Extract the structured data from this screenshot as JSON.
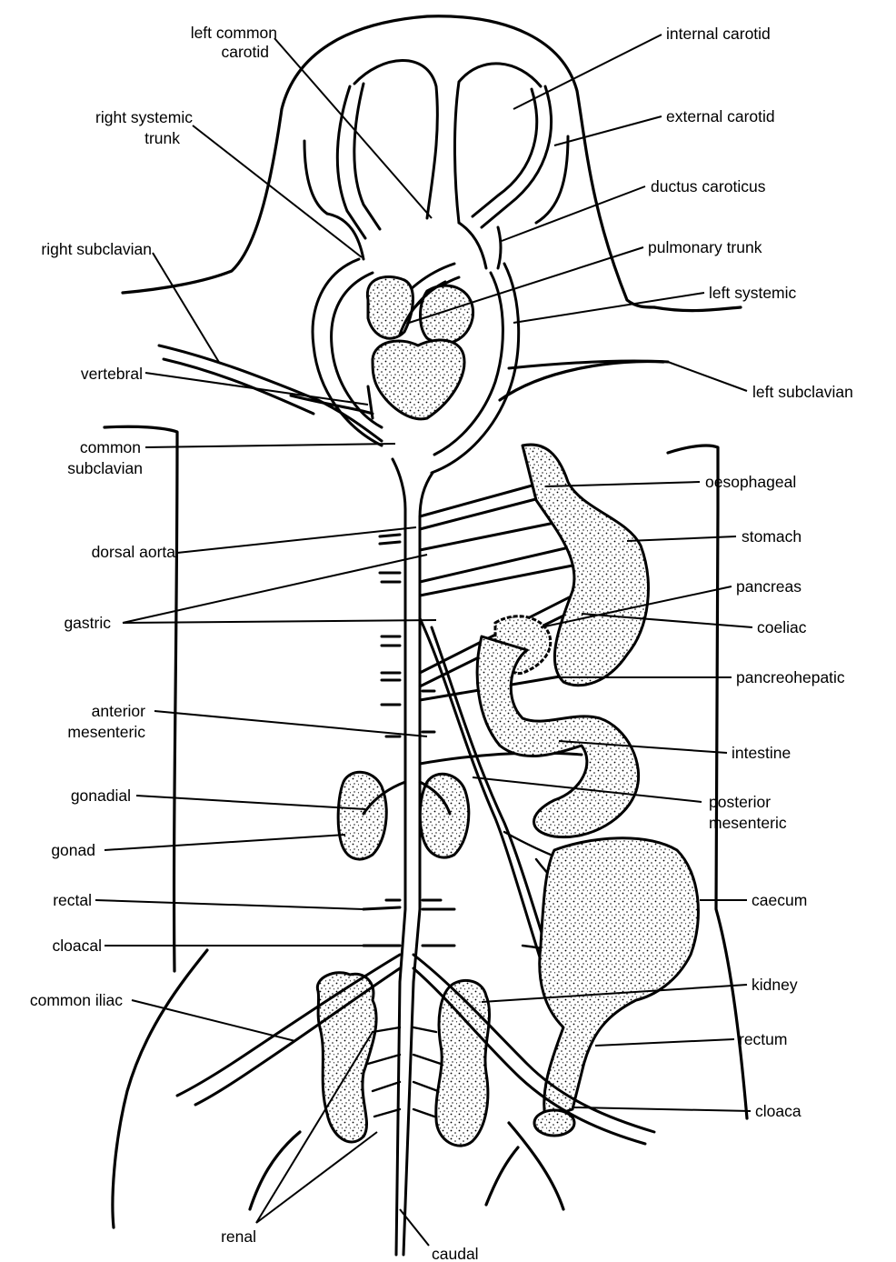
{
  "labels": {
    "left_common_carotid": [
      "left common",
      "carotid"
    ],
    "right_systemic_trunk": [
      "right systemic",
      "trunk"
    ],
    "right_subclavian": "right subclavian",
    "vertebral": "vertebral",
    "common_subclavian": [
      "common",
      "subclavian"
    ],
    "dorsal_aorta": "dorsal aorta",
    "gastric": "gastric",
    "anterior_mesenteric": [
      "anterior",
      "mesenteric"
    ],
    "gonadial": "gonadial",
    "gonad": "gonad",
    "rectal": "rectal",
    "cloacal": "cloacal",
    "common_iliac": "common iliac",
    "renal": "renal",
    "caudal": "caudal",
    "internal_carotid": "internal carotid",
    "external_carotid": "external carotid",
    "ductus_caroticus": "ductus caroticus",
    "pulmonary_trunk": "pulmonary trunk",
    "left_systemic": "left systemic",
    "left_subclavian": "left subclavian",
    "oesophageal": "oesophageal",
    "stomach": "stomach",
    "pancreas": "pancreas",
    "coeliac": "coeliac",
    "pancreohepatic": "pancreohepatic",
    "intestine": "intestine",
    "posterior_mesenteric": [
      "posterior",
      "mesenteric"
    ],
    "caecum": "caecum",
    "kidney": "kidney",
    "rectum": "rectum",
    "cloaca": "cloaca"
  },
  "colors": {
    "ink": "#000000",
    "background": "#ffffff"
  }
}
